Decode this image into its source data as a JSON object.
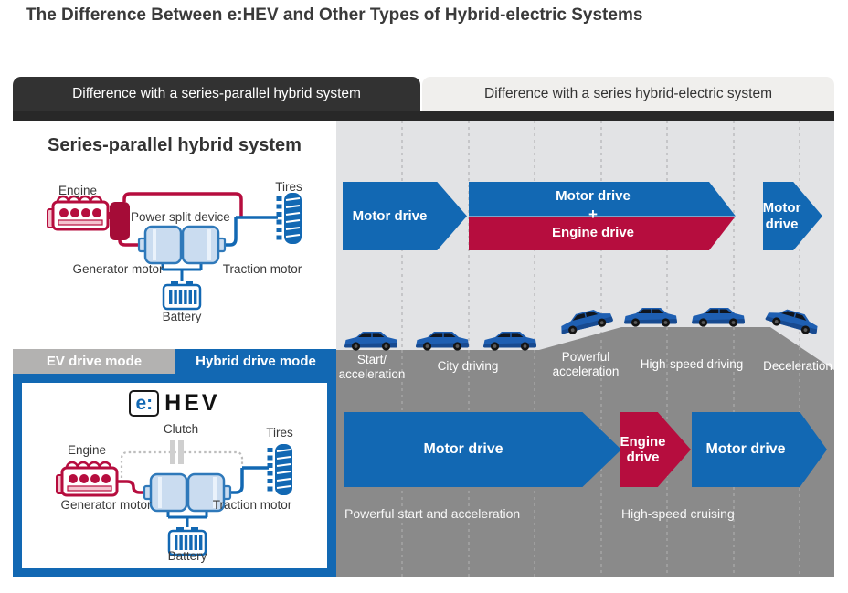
{
  "page": {
    "title": "The Difference Between e:HEV and Other Types of Hybrid-electric Systems"
  },
  "tabs": [
    {
      "label": "Difference with a series-parallel hybrid system",
      "active": true
    },
    {
      "label": "Difference with a series hybrid-electric system",
      "active": false
    }
  ],
  "series_parallel": {
    "heading": "Series-parallel hybrid system",
    "labels": {
      "engine": "Engine",
      "power_split": "Power split device",
      "tires": "Tires",
      "generator": "Generator motor",
      "traction": "Traction motor",
      "battery": "Battery"
    }
  },
  "mode_tabs": {
    "ev": "EV drive mode",
    "hybrid": "Hybrid drive mode"
  },
  "ehev": {
    "logo_e": "e:",
    "logo_hev": "HEV",
    "labels": {
      "engine": "Engine",
      "clutch": "Clutch",
      "tires": "Tires",
      "generator": "Generator motor",
      "traction": "Traction motor",
      "battery": "Battery"
    }
  },
  "top_flow": {
    "arrow1": "Motor drive",
    "arrow2_top": "Motor drive",
    "arrow2_plus": "+",
    "arrow2_bottom": "Engine drive",
    "arrow3": "Motor\ndrive"
  },
  "phases": [
    {
      "label": "Start/\nacceleration"
    },
    {
      "label": "City driving"
    },
    {
      "label": "Powerful\nacceleration"
    },
    {
      "label": "High-speed driving"
    },
    {
      "label": "Deceleration"
    }
  ],
  "bottom_flow": {
    "arrow1": "Motor drive",
    "arrow2": "Engine\ndrive",
    "arrow3": "Motor drive",
    "caption1": "Powerful start and acceleration",
    "caption2": "High-speed cruising"
  },
  "colors": {
    "blue": "#1268b3",
    "red": "#b60d3e",
    "dark_tab": "#323232",
    "light_gray_bg": "#e2e3e5",
    "road_gray": "#8a8a8a",
    "ev_tab_gray": "#b3b2b1"
  }
}
